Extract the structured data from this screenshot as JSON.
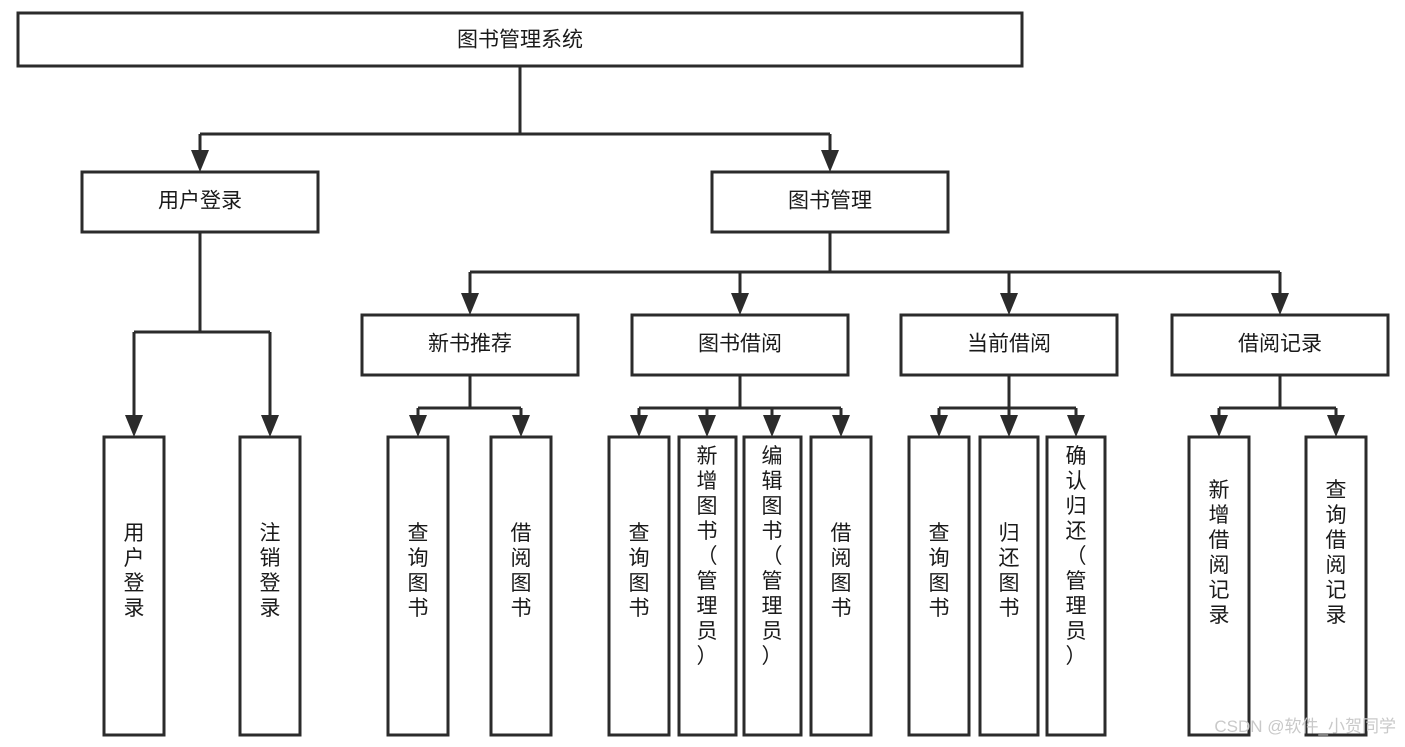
{
  "diagram": {
    "type": "tree-hierarchy",
    "title": "图书管理系统",
    "root": {
      "label": "图书管理系统",
      "level": 1
    },
    "level2": [
      {
        "label": "用户登录"
      },
      {
        "label": "图书管理"
      }
    ],
    "level3": [
      {
        "label": "新书推荐"
      },
      {
        "label": "图书借阅"
      },
      {
        "label": "当前借阅"
      },
      {
        "label": "借阅记录"
      }
    ],
    "leaves": {
      "user_login": [
        {
          "label": "用户登录"
        },
        {
          "label": "注销登录"
        }
      ],
      "new_book_recommend": [
        {
          "label": "查询图书"
        },
        {
          "label": "借阅图书"
        }
      ],
      "book_borrow": [
        {
          "label": "查询图书"
        },
        {
          "label": "新增图书（管理员）"
        },
        {
          "label": "编辑图书（管理员）"
        },
        {
          "label": "借阅图书"
        }
      ],
      "current_borrow": [
        {
          "label": "查询图书"
        },
        {
          "label": "归还图书"
        },
        {
          "label": "确认归还（管理员）"
        }
      ],
      "borrow_record": [
        {
          "label": "新增借阅记录"
        },
        {
          "label": "查询借阅记录"
        }
      ]
    }
  },
  "watermark": {
    "text": "CSDN @软件_小贺同学"
  },
  "colors": {
    "stroke": "#2b2b2b",
    "box_fill": "#ffffff",
    "text": "#1a1a1a",
    "watermark": "#c9c9c9",
    "background": "#ffffff"
  }
}
